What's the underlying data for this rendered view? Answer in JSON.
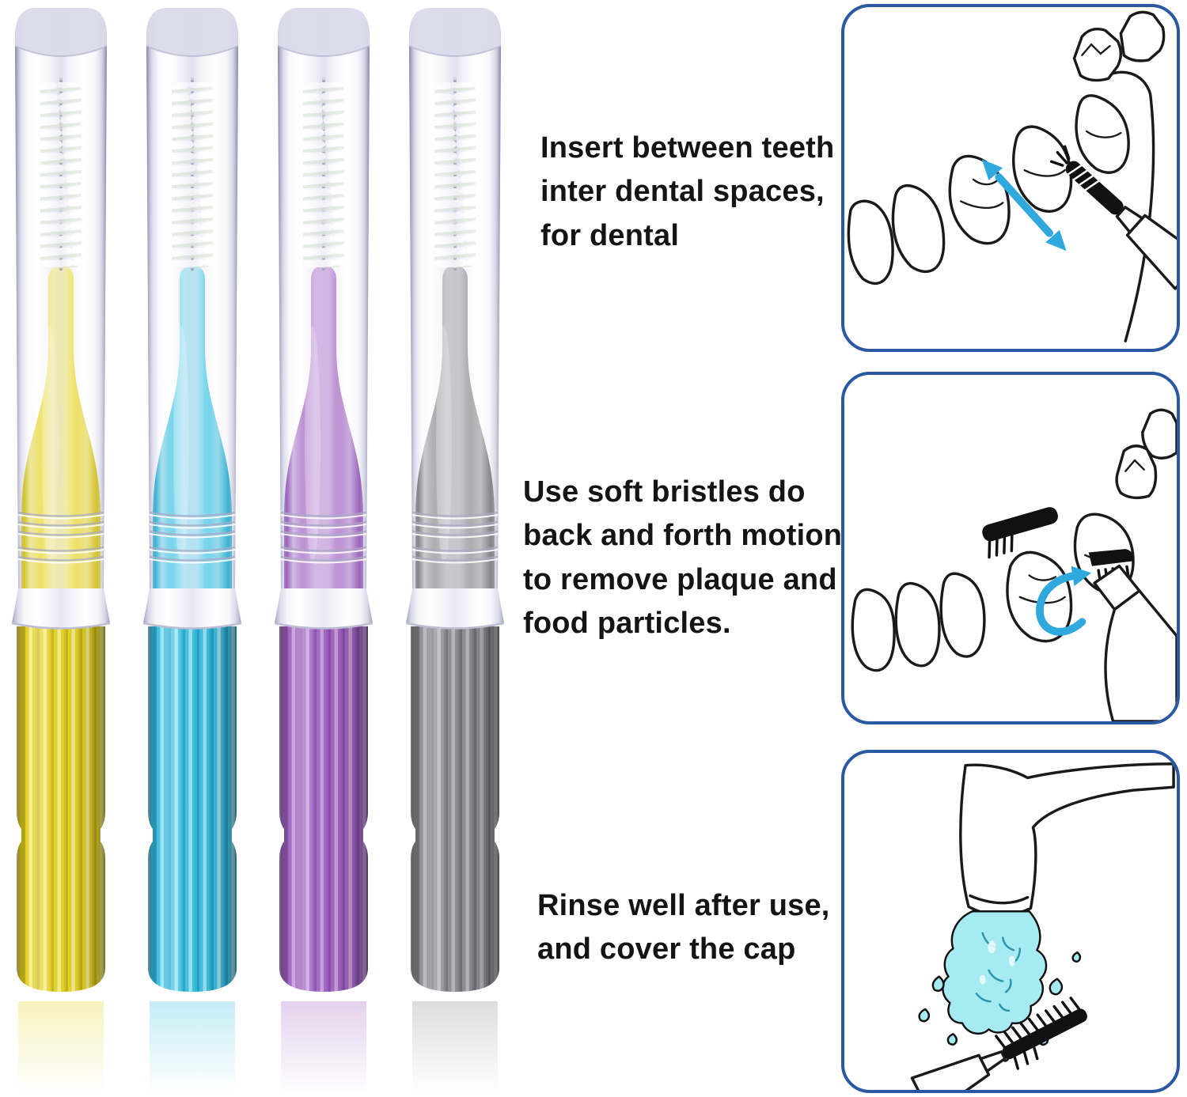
{
  "page": {
    "bg": "#ffffff"
  },
  "style": {
    "panelBorder": "#2B58A3",
    "arrow": "#2FA9DD",
    "text": "#141414",
    "water": "#A6EBF2",
    "waterDeep": "#2A96A8",
    "outline": "#1a1a1a"
  },
  "captions": [
    {
      "id": "insert",
      "text": "Insert between teeth\ninter dental spaces,\nfor dental"
    },
    {
      "id": "motion",
      "text": "Use soft bristles do\nback and forth motion\nto remove plaque and\nfood particles."
    },
    {
      "id": "rinse",
      "text": "Rinse well after use,\nand cover the cap"
    }
  ],
  "brushes": [
    {
      "name": "yellow",
      "main": "#E6D42C",
      "light": "#F7F096",
      "dark": "#C9B711",
      "deep": "#A79A06"
    },
    {
      "name": "blue",
      "main": "#41C2E3",
      "light": "#A4E7F6",
      "dark": "#21A3C8",
      "deep": "#0E88AC"
    },
    {
      "name": "purple",
      "main": "#A468C3",
      "light": "#CCA5DF",
      "dark": "#8A4EAE",
      "deep": "#6E3B92"
    },
    {
      "name": "gray",
      "main": "#8F8F94",
      "light": "#BCBCC0",
      "dark": "#717176",
      "deep": "#57575D"
    }
  ],
  "brush_positions": [
    11,
    177,
    343,
    509
  ]
}
